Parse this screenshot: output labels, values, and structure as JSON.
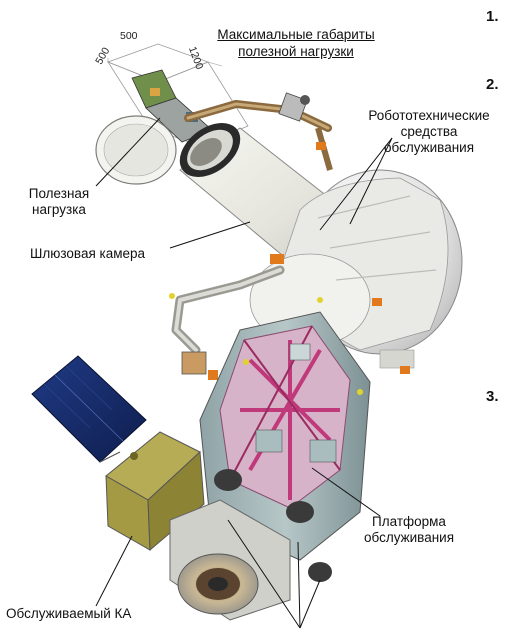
{
  "colors": {
    "accent_orange": "#e07a1c",
    "panel_blue": "#1c2f6e",
    "magenta_truss": "#c0397a",
    "hull_white": "#eeeeee",
    "olive_ka": "#a49a43"
  },
  "section_numbers": [
    "1.",
    "2.",
    "3."
  ],
  "title": {
    "line1": "Максимальные габариты",
    "line2": "полезной нагрузки"
  },
  "dimensions": {
    "d1": "500",
    "d2": "500",
    "d3": "1200"
  },
  "labels": {
    "robotics_line1": "Робототехнические",
    "robotics_line2": "средства",
    "robotics_line3": "обслуживания",
    "payload_line1": "Полезная",
    "payload_line2": "нагрузка",
    "airlock": "Шлюзовая камера",
    "platform_line1": "Платформа",
    "platform_line2": "обслуживания",
    "serviced_sc": "Обслуживаемый КА"
  }
}
